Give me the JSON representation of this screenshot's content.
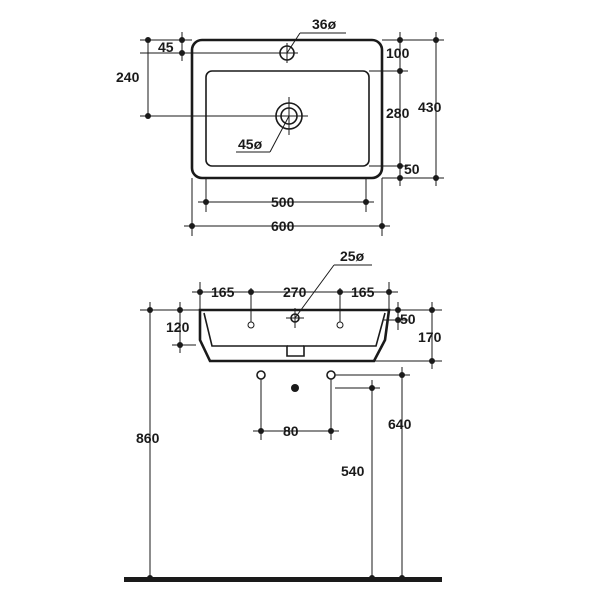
{
  "top_view": {
    "hole_tap": "36ø",
    "hole_offset_top": "45",
    "hole_drain_y": "240",
    "basin_margin_top": "100",
    "basin_depth": "280",
    "basin_margin_bottom": "50",
    "overall_depth": "430",
    "drain": "45ø",
    "bracket_spacing": "500",
    "overall_width": "600"
  },
  "front_view": {
    "tap_hole": "25ø",
    "left_offset": "165",
    "hole_spacing": "270",
    "right_offset": "165",
    "top_thickness": "50",
    "overall_height": "170",
    "hole_drop": "120",
    "waste_spacing": "80",
    "floor_to_top": "860",
    "floor_to_waste": "640",
    "floor_to_outlet": "540"
  }
}
